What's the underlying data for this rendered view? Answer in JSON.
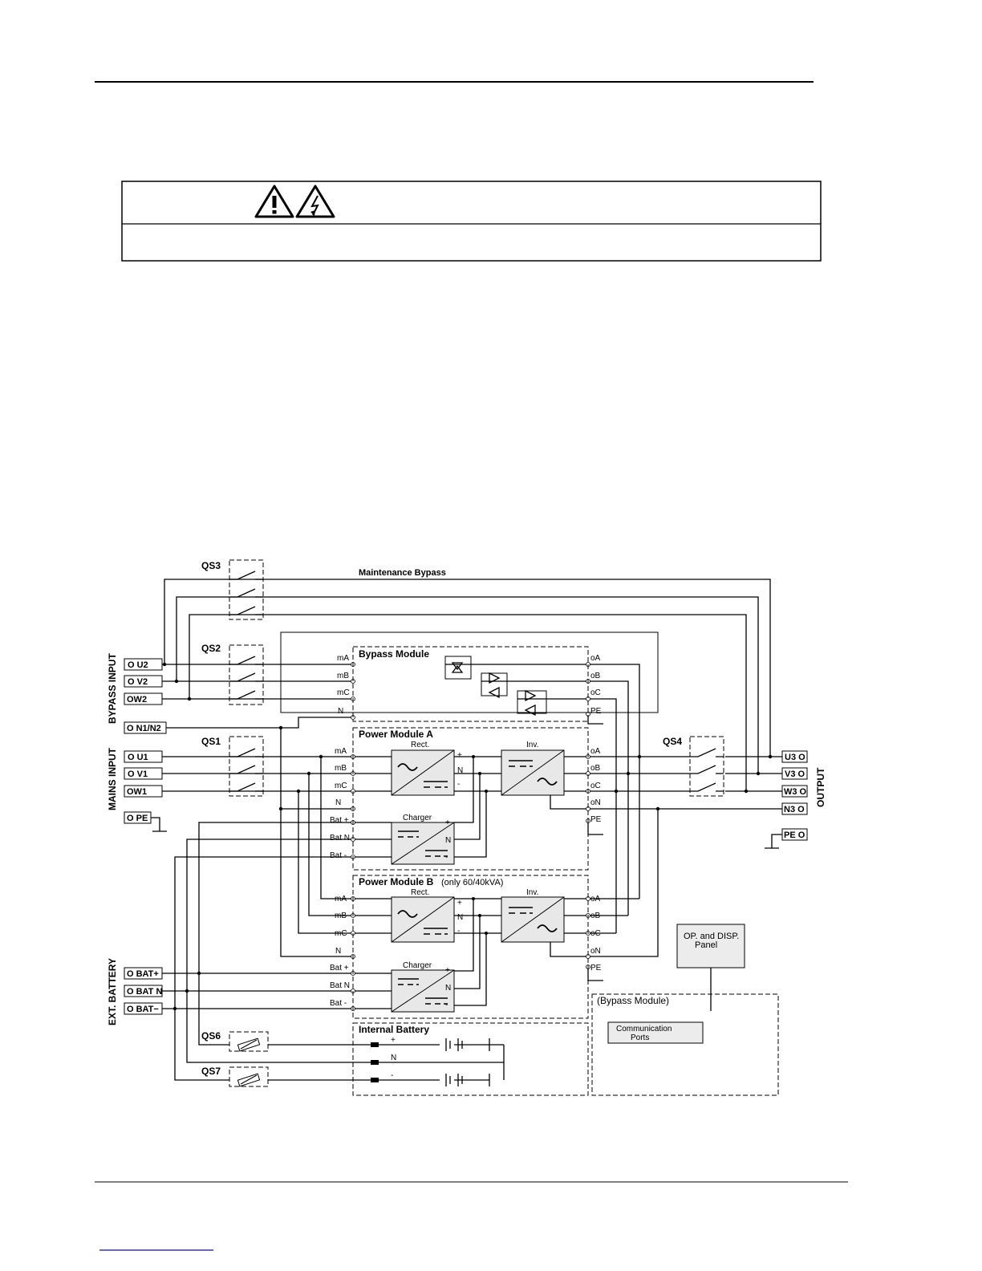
{
  "diagram": {
    "switches": {
      "qs3": "QS3",
      "qs2": "QS2",
      "qs1": "QS1",
      "qs4": "QS4",
      "qs6": "QS6",
      "qs7": "QS7"
    },
    "maintenance_bypass": "Maintenance Bypass",
    "side_labels": {
      "bypass_input": "BYPASS INPUT",
      "mains_input": "MAINS INPUT",
      "ext_battery": "EXT. BATTERY",
      "output": "OUTPUT"
    },
    "input_terminals": [
      "O U2",
      "O V2",
      "OW2",
      "O N1/N2",
      "O U1",
      "O V1",
      "OW1",
      "O PE"
    ],
    "battery_terminals": [
      "O BAT+",
      "O BAT N",
      "O BAT−"
    ],
    "output_terminals": [
      "U3 O",
      "V3 O",
      "W3 O",
      "N3 O",
      "PE O"
    ],
    "bypass_module": {
      "title": "Bypass Module",
      "inputs": [
        "mA",
        "mB",
        "mC",
        "N"
      ],
      "outputs": [
        "oA",
        "oB",
        "oC",
        "PE"
      ]
    },
    "power_module_a": {
      "title": "Power Module A",
      "rect": "Rect.",
      "inv": "Inv.",
      "charger": "Charger",
      "inputs": [
        "mA",
        "mB",
        "mC",
        "N",
        "Bat +",
        "Bat N",
        "Bat -"
      ],
      "outputs": [
        "oA",
        "oB",
        "oC",
        "oN",
        "PE"
      ]
    },
    "power_module_b": {
      "title": "Power Module B",
      "title_note": "(only 60/40kVA)",
      "rect": "Rect.",
      "inv": "Inv.",
      "charger": "Charger",
      "inputs": [
        "mA",
        "mB",
        "mC",
        "N",
        "Bat +",
        "Bat N",
        "Bat -"
      ],
      "outputs": [
        "oA",
        "oB",
        "oC",
        "oN",
        "PE"
      ]
    },
    "dc_bus": {
      "plus": "+",
      "n": "N",
      "minus": "-"
    },
    "internal_battery": {
      "title": "Internal Battery",
      "plus": "+",
      "n": "N",
      "minus": "-"
    },
    "op_panel": {
      "line1": "OP. and DISP.",
      "line2": "Panel"
    },
    "bypass_module_ref": "(Bypass Module)",
    "comm_ports": {
      "line1": "Communication",
      "line2": "Ports"
    }
  }
}
